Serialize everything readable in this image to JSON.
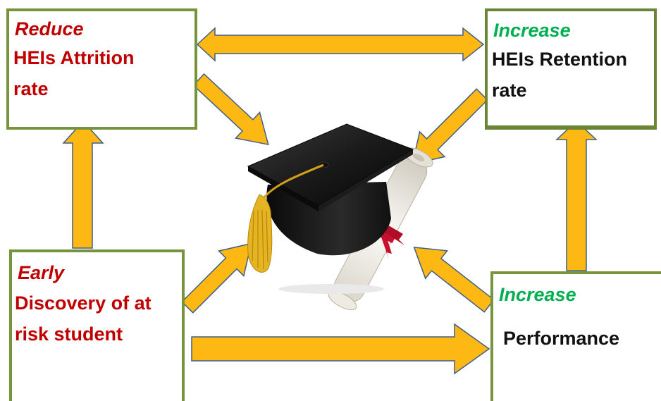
{
  "boxes": {
    "reduce_attrition": {
      "keyword": "Reduce",
      "text": " HEIs Attrition\nrate"
    },
    "increase_retention": {
      "keyword": "Increase",
      "text": " HEIs Retention\nrate"
    },
    "early_discovery": {
      "keyword": "Early",
      "text": " Discovery of at\nrisk student"
    },
    "increase_performance": {
      "keyword": "Increase",
      "text": "Performance"
    }
  },
  "colors": {
    "arrow_fill": "#fdb813",
    "arrow_stroke": "#3e5f8a",
    "box_border": "#77933c",
    "reduce_red": "#c00000",
    "increase_green": "#00b050",
    "text_dark": "#111111"
  },
  "image": {
    "icon": "graduation-cap-diploma-icon"
  }
}
